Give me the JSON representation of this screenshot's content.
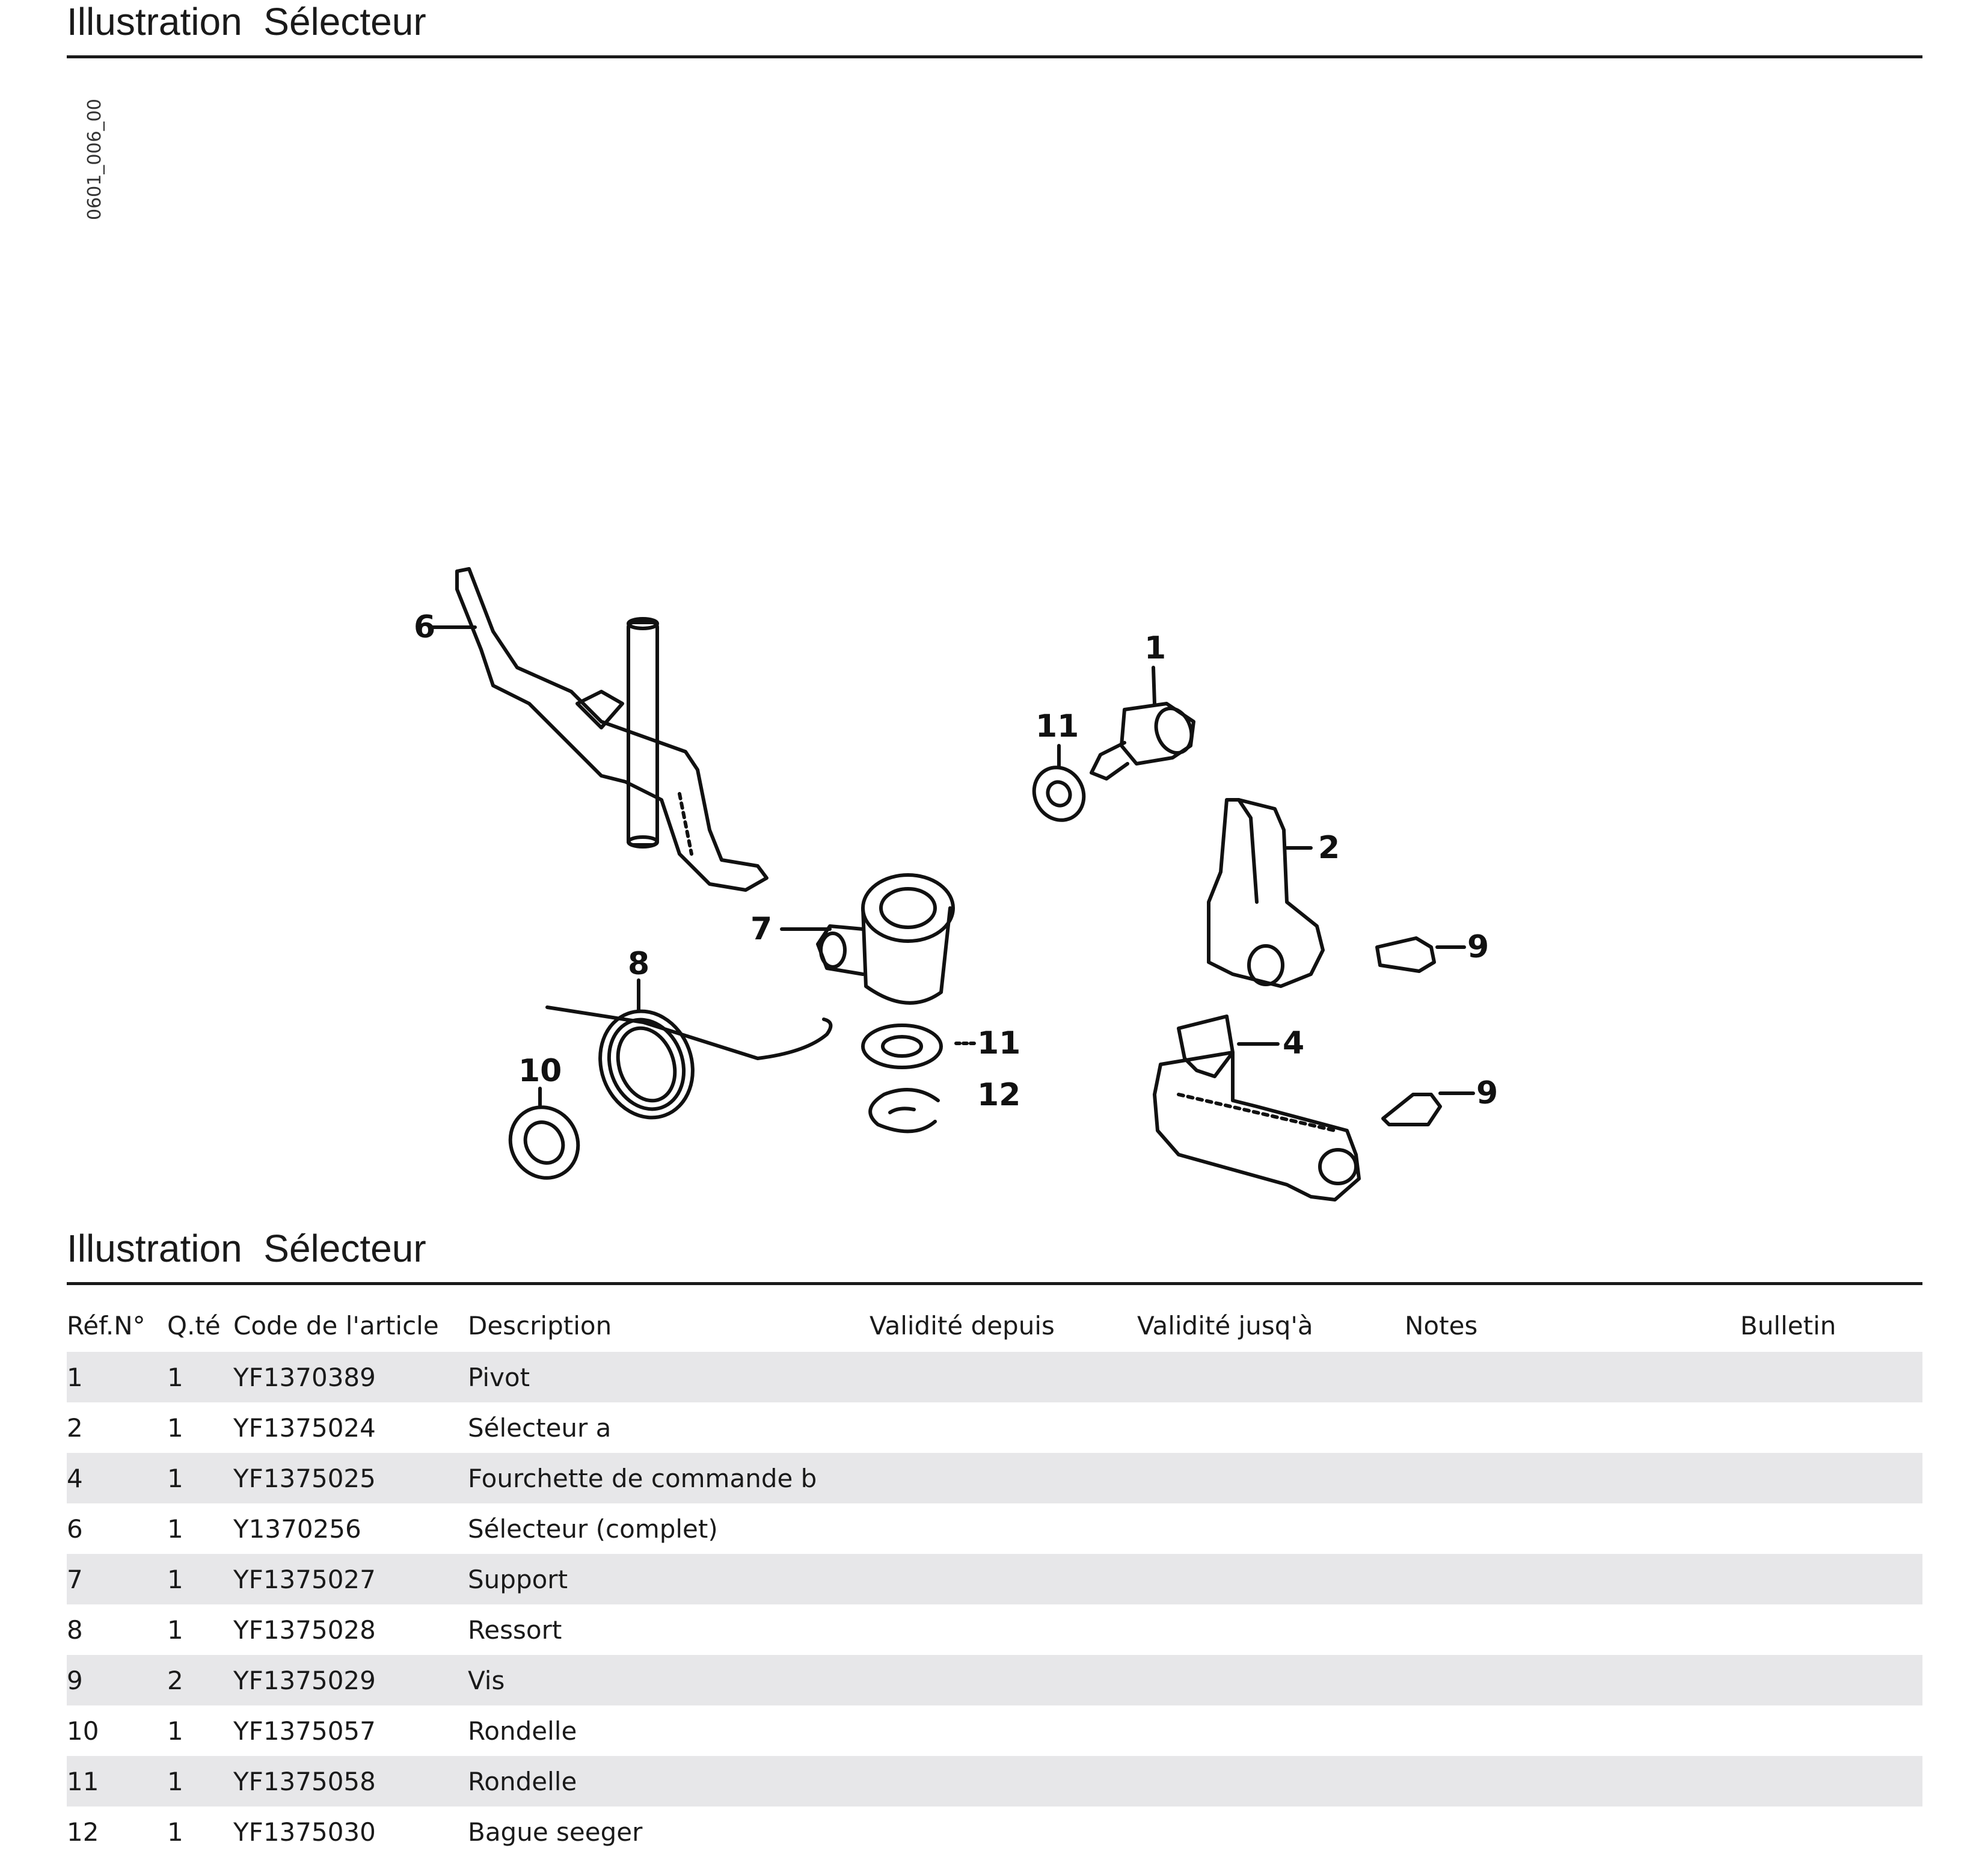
{
  "header": {
    "title": "Illustration  Sélecteur"
  },
  "figure": {
    "code": "0601_006_00",
    "callouts": {
      "c1": "1",
      "c2": "2",
      "c4": "4",
      "c6": "6",
      "c7": "7",
      "c8": "8",
      "c9a": "9",
      "c9b": "9",
      "c10": "10",
      "c11a": "11",
      "c11b": "11",
      "c12": "12"
    }
  },
  "table": {
    "columns": [
      "Réf.N°",
      "Q.té",
      "Code de l'article",
      "Description",
      "Validité depuis",
      "Validité jusq'à",
      "Notes",
      "Bulletin"
    ],
    "rows": [
      [
        "1",
        "1",
        "YF1370389",
        "Pivot",
        "",
        "",
        "",
        ""
      ],
      [
        "2",
        "1",
        "YF1375024",
        "Sélecteur a",
        "",
        "",
        "",
        ""
      ],
      [
        "4",
        "1",
        "YF1375025",
        "Fourchette de commande b",
        "",
        "",
        "",
        ""
      ],
      [
        "6",
        "1",
        "Y1370256",
        "Sélecteur (complet)",
        "",
        "",
        "",
        ""
      ],
      [
        "7",
        "1",
        "YF1375027",
        "Support",
        "",
        "",
        "",
        ""
      ],
      [
        "8",
        "1",
        "YF1375028",
        "Ressort",
        "",
        "",
        "",
        ""
      ],
      [
        "9",
        "2",
        "YF1375029",
        "Vis",
        "",
        "",
        "",
        ""
      ],
      [
        "10",
        "1",
        "YF1375057",
        "Rondelle",
        "",
        "",
        "",
        ""
      ],
      [
        "11",
        "1",
        "YF1375058",
        "Rondelle",
        "",
        "",
        "",
        ""
      ],
      [
        "12",
        "1",
        "YF1375030",
        "Bague seeger",
        "",
        "",
        "",
        ""
      ]
    ]
  }
}
